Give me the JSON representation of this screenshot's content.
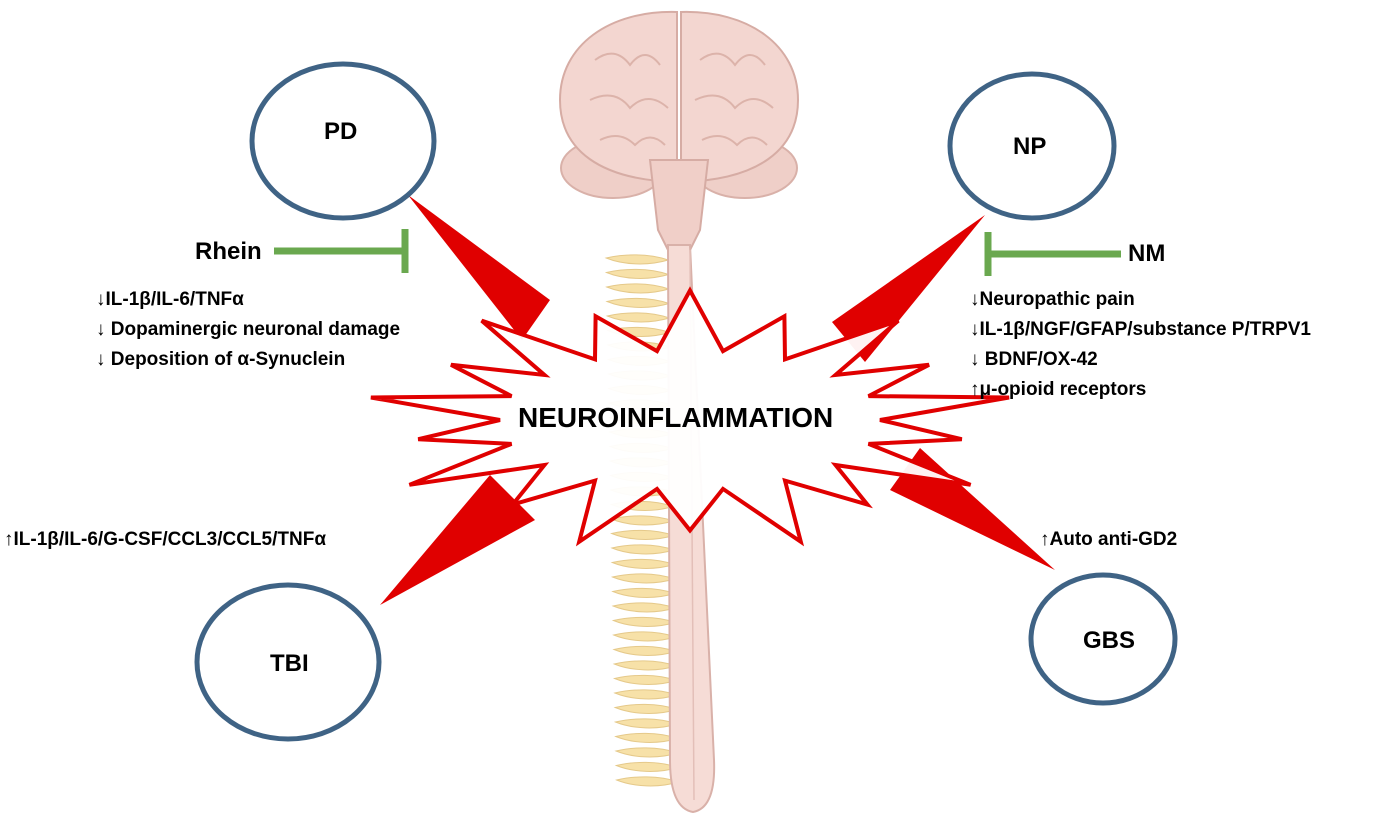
{
  "center": {
    "label": "NEUROINFLAMMATION"
  },
  "nodes": {
    "pd": {
      "label": "PD"
    },
    "np": {
      "label": "NP"
    },
    "tbi": {
      "label": "TBI"
    },
    "gbs": {
      "label": "GBS"
    }
  },
  "inhibitors": {
    "rhein": {
      "label": "Rhein"
    },
    "nm": {
      "label": "NM"
    }
  },
  "effects": {
    "pd": [
      "↓IL-1β/IL-6/TNFα",
      "↓ Dopaminergic neuronal damage",
      "↓ Deposition of α-Synuclein"
    ],
    "np": [
      "↓Neuropathic pain",
      "↓IL-1β/NGF/GFAP/substance P/TRPV1",
      "↓ BDNF/OX-42",
      "↑μ-opioid receptors"
    ],
    "tbi": [
      "↑IL-1β/IL-6/G-CSF/CCL3/CCL5/TNFα"
    ],
    "gbs": [
      "↑Auto anti-GD2"
    ]
  },
  "colors": {
    "ellipse_stroke": "#3f6385",
    "arrow_fill": "#e00000",
    "inhibitor_stroke": "#6aa84f",
    "burst_stroke": "#e00000",
    "spine_fill": "#f6dcd6",
    "brain_fill": "#f3d6d0",
    "nerve_fill": "#f7e1a8"
  }
}
